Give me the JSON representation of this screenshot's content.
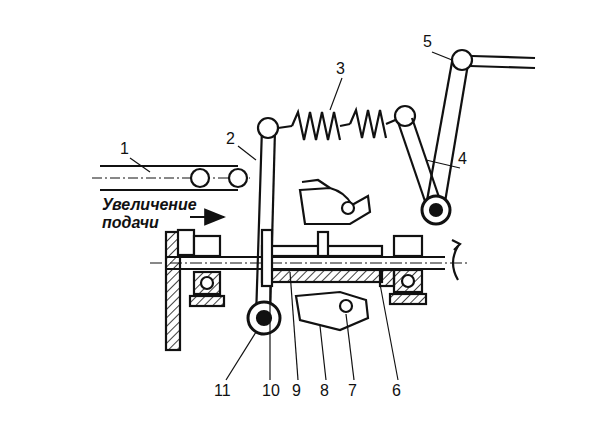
{
  "diagram": {
    "labels": [
      "3",
      "5",
      "1",
      "2",
      "4",
      "Увеличение подачи",
      "11",
      "10",
      "9",
      "8",
      "7",
      "6"
    ]
  }
}
